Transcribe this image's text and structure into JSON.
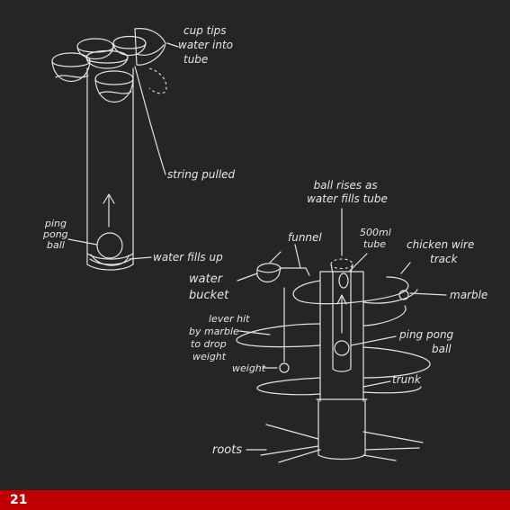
{
  "labels": {
    "cup_tips": [
      "cup tips",
      "water into",
      "tube"
    ],
    "string_pulled": "string pulled",
    "ping_pong_ball_left": [
      "ping",
      "pong",
      "ball"
    ],
    "water_fills_up": "water fills up",
    "ball_rises": [
      "ball rises as",
      "water fills tube"
    ],
    "funnel": "funnel",
    "tube_500ml": [
      "500ml",
      "tube"
    ],
    "chicken_wire": [
      "chicken wire",
      "track"
    ],
    "water_bucket": [
      "water",
      "bucket"
    ],
    "marble": "marble",
    "lever": [
      "lever hit",
      "by marble",
      "to drop",
      "weight"
    ],
    "ping_pong_ball_right": [
      "ping pong",
      "ball"
    ],
    "weight": "weight",
    "trunk": "trunk",
    "roots": "roots"
  },
  "footer": {
    "page_number": "21",
    "color": "#c00000"
  }
}
